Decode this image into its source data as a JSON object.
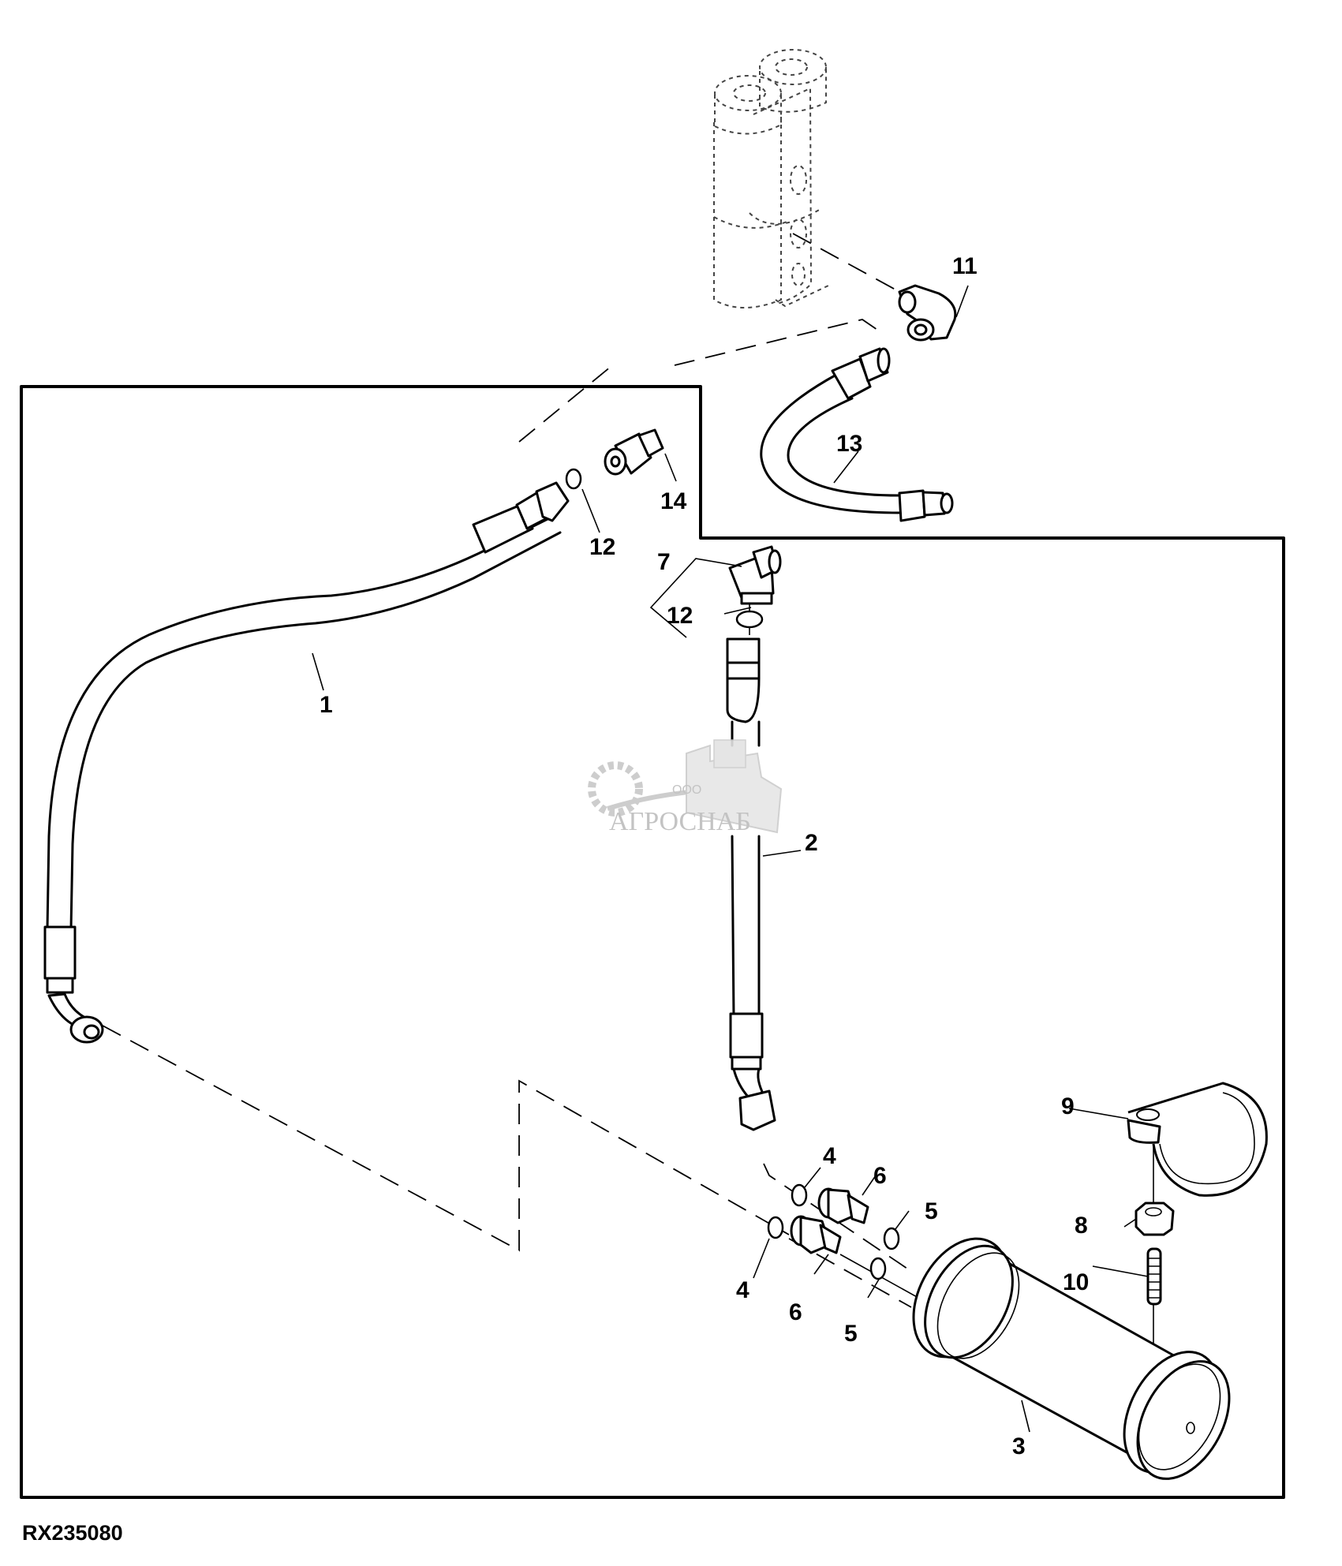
{
  "figure": {
    "id": "RX235080",
    "type": "exploded parts diagram",
    "subject": "hydraulic hoses, fittings and accumulator"
  },
  "watermark": {
    "prefix": "ООО",
    "name": "АГРОСНАБ"
  },
  "callouts": [
    {
      "key": "c1",
      "label": "1",
      "part": "hose (long, bent)"
    },
    {
      "key": "c2",
      "label": "2",
      "part": "hose (vertical)"
    },
    {
      "key": "c3",
      "label": "3",
      "part": "accumulator / cylinder"
    },
    {
      "key": "c4a",
      "label": "4",
      "part": "O-ring"
    },
    {
      "key": "c4b",
      "label": "4",
      "part": "O-ring"
    },
    {
      "key": "c5a",
      "label": "5",
      "part": "O-ring"
    },
    {
      "key": "c5b",
      "label": "5",
      "part": "O-ring"
    },
    {
      "key": "c6a",
      "label": "6",
      "part": "adapter fitting"
    },
    {
      "key": "c6b",
      "label": "6",
      "part": "adapter fitting"
    },
    {
      "key": "c7",
      "label": "7",
      "part": "elbow fitting assembly"
    },
    {
      "key": "c8",
      "label": "8",
      "part": "nut"
    },
    {
      "key": "c9",
      "label": "9",
      "part": "clamp"
    },
    {
      "key": "c10",
      "label": "10",
      "part": "stud"
    },
    {
      "key": "c11",
      "label": "11",
      "part": "elbow fitting"
    },
    {
      "key": "c12a",
      "label": "12",
      "part": "O-ring"
    },
    {
      "key": "c12b",
      "label": "12",
      "part": "O-ring"
    },
    {
      "key": "c13",
      "label": "13",
      "part": "hose (U-shaped)"
    },
    {
      "key": "c14",
      "label": "14",
      "part": "adapter fitting"
    }
  ],
  "labels": {
    "c1": "1",
    "c2": "2",
    "c3": "3",
    "c4a": "4",
    "c4b": "4",
    "c5a": "5",
    "c5b": "5",
    "c6a": "6",
    "c6b": "6",
    "c7": "7",
    "c8": "8",
    "c9": "9",
    "c10": "10",
    "c11": "11",
    "c12a": "12",
    "c12b": "12",
    "c13": "13",
    "c14": "14"
  }
}
